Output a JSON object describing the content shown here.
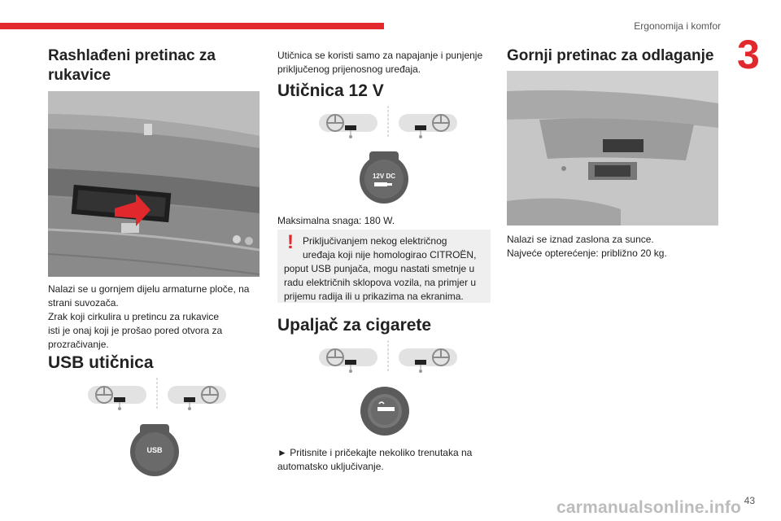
{
  "header": {
    "section_title": "Ergonomija i komfor",
    "chapter_number": "3",
    "page_number": "43"
  },
  "col1": {
    "heading": "Rashlađeni pretinac za rukavice",
    "paragraph_lines": [
      "Nalazi se u gornjem dijelu armaturne ploče, na",
      "strani suvozača.",
      "Zrak koji cirkulira u pretincu za rukavice",
      "isti je onaj koji je prošao pored otvora za",
      "prozračivanje."
    ],
    "usb_heading": "USB utičnica",
    "usb_label": "USB"
  },
  "col2": {
    "intro_lines": [
      " Utičnica se koristi samo za napajanje i punjenje",
      "priključenog prijenosnog uređaja."
    ],
    "socket_heading": "Utičnica 12 V",
    "socket_label": "12V DC",
    "max_power": "Maksimalna snaga: 180 W.",
    "warning_lines": [
      "Priključivanjem nekog električnog",
      "uređaja koji nije homologirao CITROËN,",
      "poput USB punjača, mogu nastati smetnje u",
      "radu električnih sklopova vozila, na primjer u",
      "prijemu radija ili u prikazima na ekranima."
    ],
    "warning_icon": "!",
    "lighter_heading": "Upaljač za cigarete",
    "lighter_lines": [
      "► Pritisnite i pričekajte nekoliko trenutaka na",
      "automatsko uključivanje."
    ]
  },
  "col3": {
    "heading": "Gornji pretinac za odlaganje",
    "lines": [
      "Nalazi se iznad zaslona za sunce.",
      "Najveće opterećenje: približno 20 kg."
    ]
  },
  "watermark": "carmanualsonline.info",
  "colors": {
    "accent": "#e0282d"
  }
}
